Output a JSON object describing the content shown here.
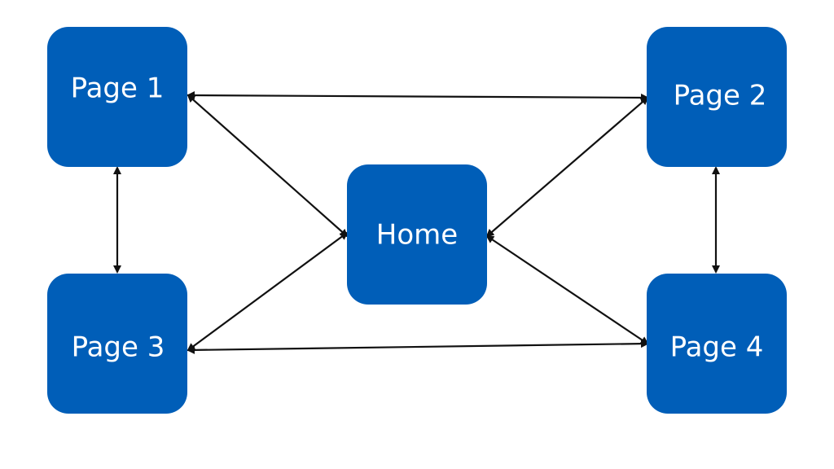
{
  "nodes": {
    "page1": {
      "label": "Page 1"
    },
    "page2": {
      "label": "Page 2"
    },
    "page3": {
      "label": "Page 3"
    },
    "page4": {
      "label": "Page 4"
    },
    "home": {
      "label": "Home"
    }
  },
  "edges": [
    {
      "from": "page1",
      "to": "page2",
      "direction": "both"
    },
    {
      "from": "page1",
      "to": "page3",
      "direction": "both"
    },
    {
      "from": "page1",
      "to": "home",
      "direction": "both"
    },
    {
      "from": "page2",
      "to": "home",
      "direction": "both"
    },
    {
      "from": "page2",
      "to": "page4",
      "direction": "both"
    },
    {
      "from": "page3",
      "to": "home",
      "direction": "both"
    },
    {
      "from": "page3",
      "to": "page4",
      "direction": "both"
    },
    {
      "from": "home",
      "to": "page4",
      "direction": "both"
    }
  ],
  "colors": {
    "node_fill": "#005EB8",
    "node_text": "#FFFFFF",
    "edge": "#111111",
    "background": "#FFFFFF"
  }
}
